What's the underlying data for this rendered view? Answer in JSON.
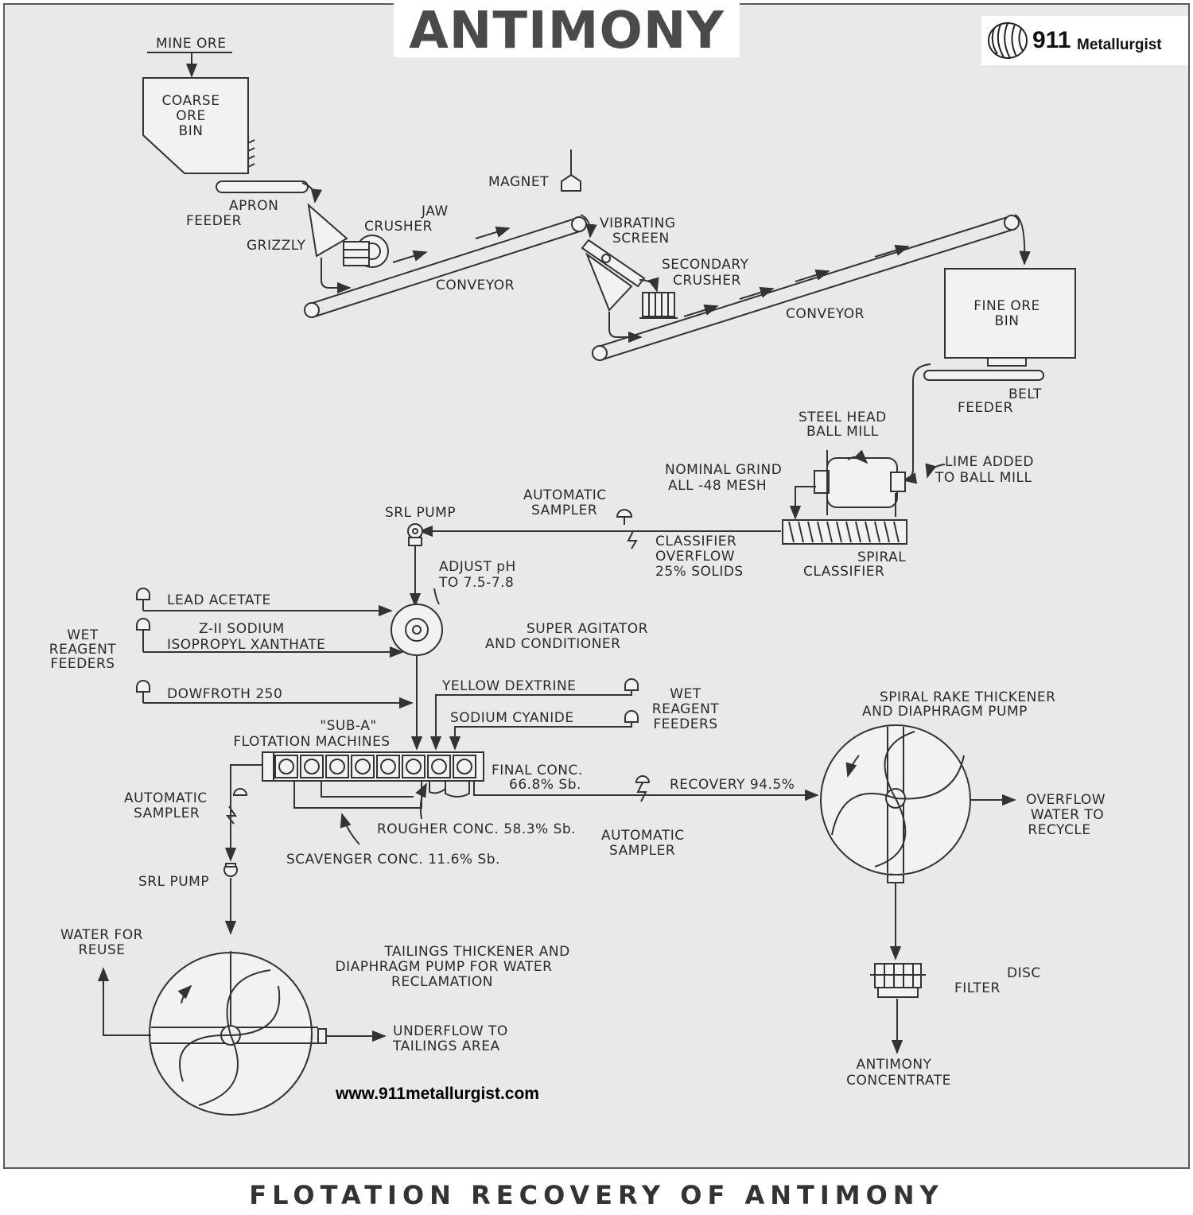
{
  "header": {
    "title": "ANTIMONY",
    "logo_number": "911",
    "logo_name": "Metallurgist"
  },
  "labels": {
    "mine_ore": "MINE ORE",
    "coarse_bin": [
      "COARSE",
      "ORE",
      "BIN"
    ],
    "apron_feeder": [
      "APRON",
      "FEEDER"
    ],
    "grizzly": "GRIZZLY",
    "jaw_crusher": [
      "JAW",
      "CRUSHER"
    ],
    "conveyor_1": "CONVEYOR",
    "magnet": "MAGNET",
    "vibrating_screen": [
      "VIBRATING",
      "SCREEN"
    ],
    "secondary_crusher": [
      "SECONDARY",
      "CRUSHER"
    ],
    "conveyor_2": "CONVEYOR",
    "fine_ore_bin": [
      "FINE ORE",
      "BIN"
    ],
    "belt_feeder": [
      "BELT",
      "FEEDER"
    ],
    "ball_mill": [
      "STEEL HEAD",
      "BALL MILL"
    ],
    "nominal_grind": [
      "NOMINAL GRIND",
      "ALL -48 MESH"
    ],
    "lime_added": [
      "LIME ADDED",
      "TO BALL MILL"
    ],
    "auto_sampler_top": [
      "AUTOMATIC",
      "SAMPLER"
    ],
    "srl_pump_top": "SRL PUMP",
    "classifier_overflow": [
      "CLASSIFIER",
      "OVERFLOW",
      "25% SOLIDS"
    ],
    "spiral_classifier": [
      "SPIRAL",
      "CLASSIFIER"
    ],
    "adjust_ph": [
      "ADJUST pH",
      "TO 7.5-7.8"
    ],
    "lead_acetate": "LEAD ACETATE",
    "z11": [
      "Z-II SODIUM",
      "ISOPROPYL XANTHATE"
    ],
    "wet_reagent_left": [
      "WET",
      "REAGENT",
      "FEEDERS"
    ],
    "super_agitator": [
      "SUPER AGITATOR",
      "AND CONDITIONER"
    ],
    "dowfroth": "DOWFROTH 250",
    "yellow_dextrine": "YELLOW DEXTRINE",
    "sodium_cyanide": "SODIUM CYANIDE",
    "wet_reagent_right": [
      "WET",
      "REAGENT",
      "FEEDERS"
    ],
    "sub_a": [
      "\"SUB-A\"",
      "FLOTATION MACHINES"
    ],
    "final_conc": [
      "FINAL CONC.",
      "66.8% Sb."
    ],
    "recovery": "RECOVERY 94.5%",
    "spiral_rake": [
      "SPIRAL RAKE THICKENER",
      "AND DIAPHRAGM PUMP"
    ],
    "overflow_water": [
      "OVERFLOW",
      "WATER TO",
      "RECYCLE"
    ],
    "auto_sampler_left": [
      "AUTOMATIC",
      "SAMPLER"
    ],
    "rougher_conc": "ROUGHER CONC. 58.3% Sb.",
    "scavenger_conc": "SCAVENGER CONC. 11.6% Sb.",
    "auto_sampler_mid": [
      "AUTOMATIC",
      "SAMPLER"
    ],
    "srl_pump_bottom": "SRL PUMP",
    "water_reuse": [
      "WATER FOR",
      "REUSE"
    ],
    "tailings_thickener": [
      "TAILINGS THICKENER AND",
      "DIAPHRAGM PUMP FOR WATER",
      "RECLAMATION"
    ],
    "underflow": [
      "UNDERFLOW TO",
      "TAILINGS AREA"
    ],
    "disc_filter": [
      "DISC",
      "FILTER"
    ],
    "antimony_conc": [
      "ANTIMONY",
      "CONCENTRATE"
    ],
    "website": "www.911metallurgist.com"
  },
  "footer": {
    "caption": "FLOTATION RECOVERY OF ANTIMONY"
  }
}
